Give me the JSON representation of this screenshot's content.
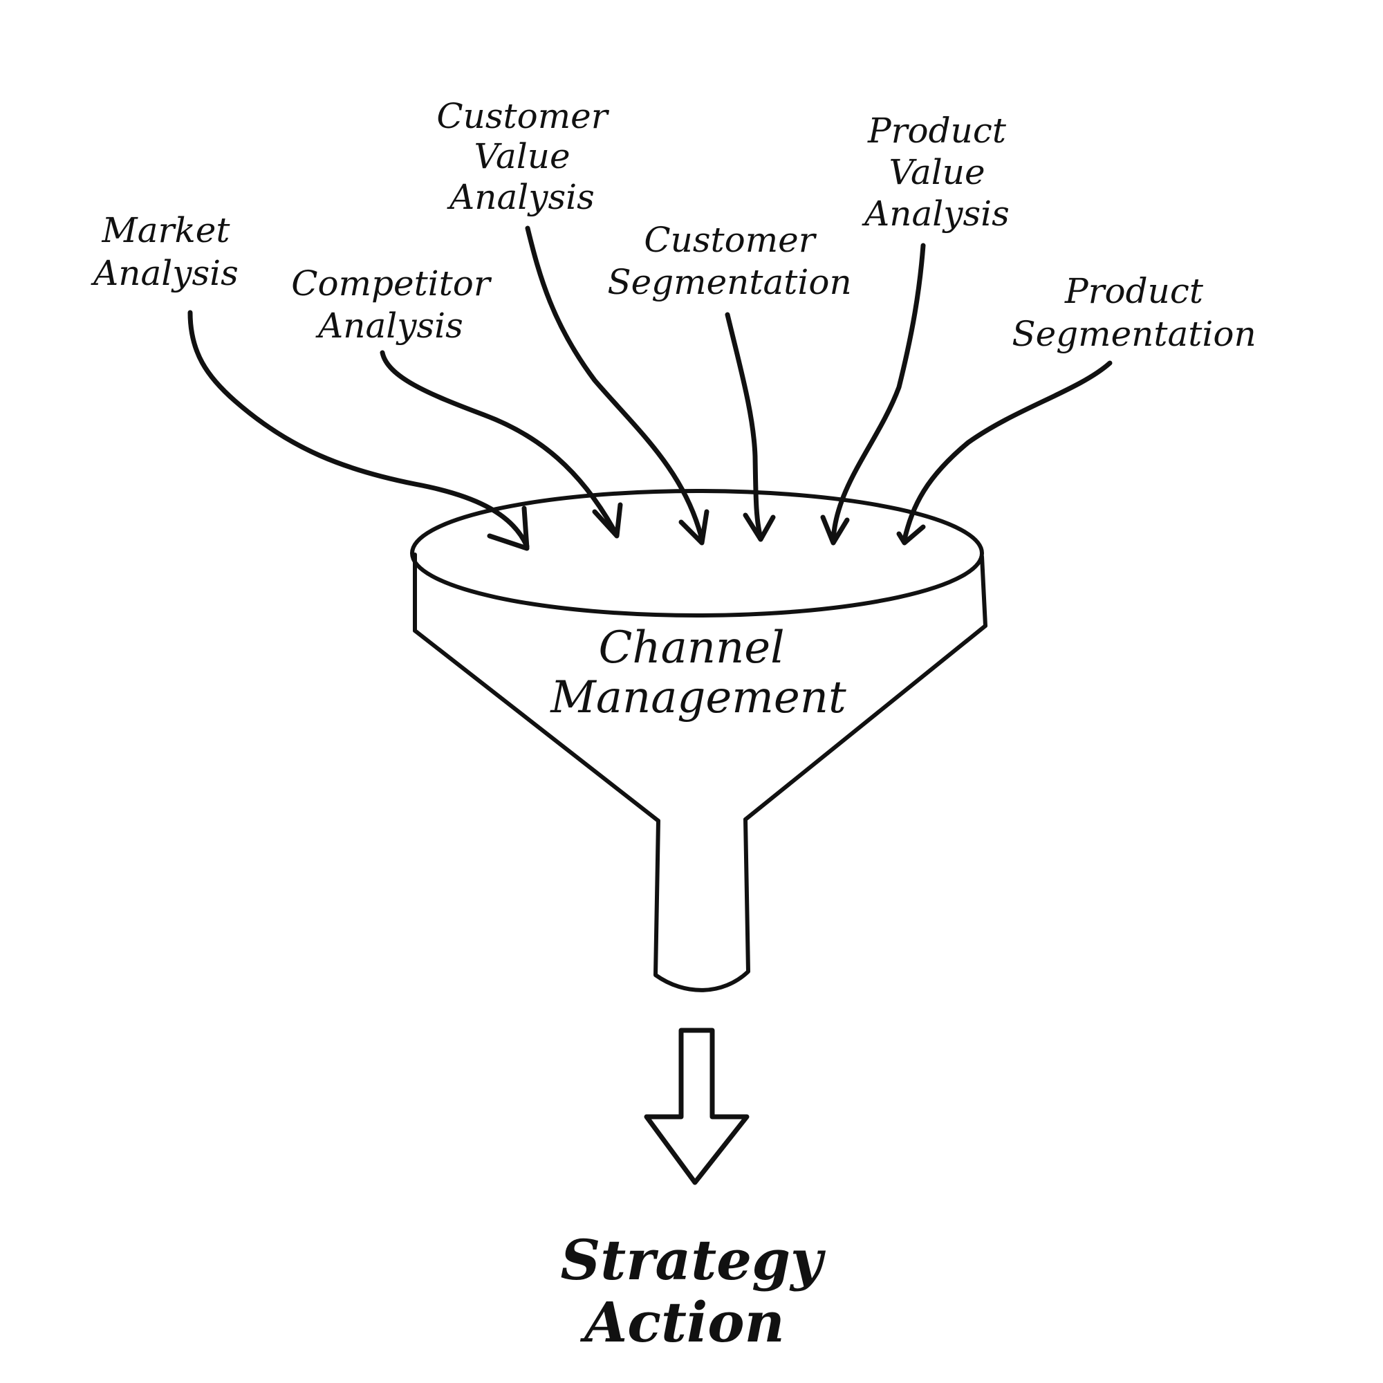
{
  "inputs": [
    {
      "id": "market-analysis",
      "lines": [
        "Market",
        "Analysis"
      ]
    },
    {
      "id": "competitor-analysis",
      "lines": [
        "Competitor",
        "Analysis"
      ]
    },
    {
      "id": "customer-value-analysis",
      "lines": [
        "Customer",
        "Value",
        "Analysis"
      ]
    },
    {
      "id": "customer-segmentation",
      "lines": [
        "Customer",
        "Segmentation"
      ]
    },
    {
      "id": "product-value-analysis",
      "lines": [
        "Product",
        "Value",
        "Analysis"
      ]
    },
    {
      "id": "product-segmentation",
      "lines": [
        "Product",
        "Segmentation"
      ]
    }
  ],
  "funnel": {
    "label_lines": [
      "Channel",
      "Management"
    ]
  },
  "output": {
    "label_lines": [
      "Strategy",
      "Action"
    ]
  },
  "colors": {
    "ink": "#111111",
    "background": "#ffffff"
  }
}
